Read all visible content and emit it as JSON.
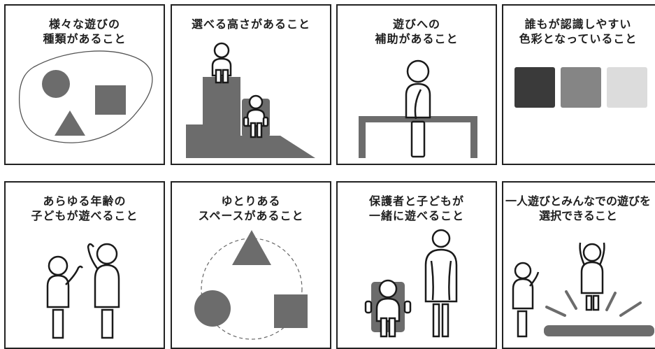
{
  "cards": [
    {
      "title": "様々な遊びの\n種類があること"
    },
    {
      "title": "選べる高さがあること"
    },
    {
      "title": "遊びへの\n補助があること"
    },
    {
      "title": "誰もが認識しやすい\n色彩となっていること"
    },
    {
      "title": "あらゆる年齢の\n子どもが遊べること"
    },
    {
      "title": "ゆとりある\nスペースがあること"
    },
    {
      "title": "保護者と子どもが\n一緒に遊べること"
    },
    {
      "title": "一人遊びとみんなでの遊びを\n選択できること"
    }
  ],
  "colors": {
    "shape_gray": "#6c6c6c",
    "swatch_dark": "#3a3a3a",
    "swatch_mid": "#858585",
    "swatch_light": "#dcdcdc",
    "outline": "#1a1a1a"
  }
}
